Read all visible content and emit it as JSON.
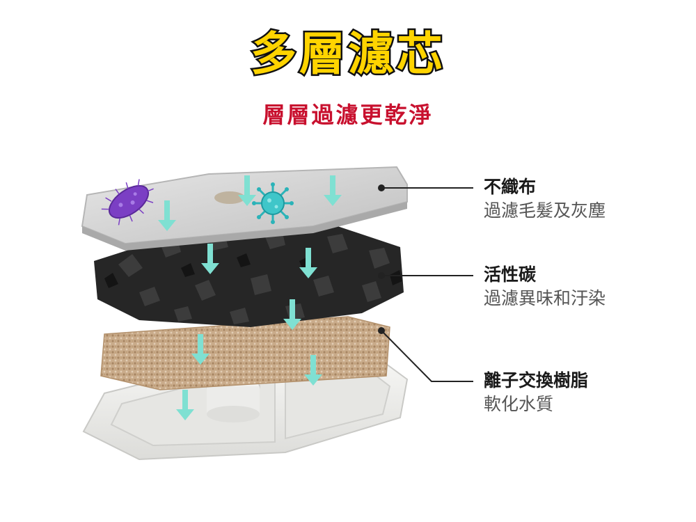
{
  "header": {
    "title": "多層濾芯",
    "subtitle": "層層過濾更乾淨"
  },
  "layers": [
    {
      "name": "不織布",
      "desc": "過濾毛髮及灰塵"
    },
    {
      "name": "活性碳",
      "desc": "過濾異味和汙染"
    },
    {
      "name": "離子交換樹脂",
      "desc": "軟化水質"
    }
  ],
  "colors": {
    "title_fill": "#ffd400",
    "subtitle": "#c8102e",
    "arrow": "#7fe0d2",
    "carbon": "#222222",
    "resin": "#c9ab8a",
    "non_woven": "#cfcfcf",
    "tray": "#ececea",
    "bacteria_purple": "#7b3fc4",
    "virus_teal": "#2bb3b8"
  },
  "icons": [
    "bacteria-icon",
    "virus-icon",
    "down-arrow-icon"
  ]
}
